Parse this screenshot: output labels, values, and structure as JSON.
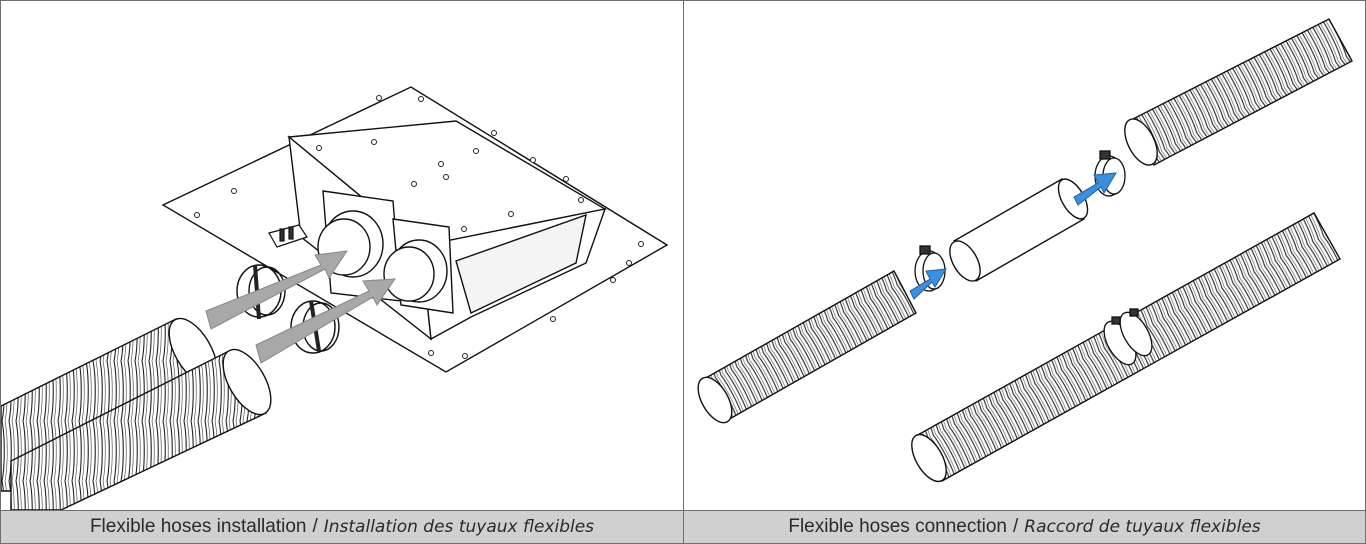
{
  "colors": {
    "arrow_gray": "#a8a8a8",
    "arrow_blue": "#3b8fe0",
    "caption_bg": "#d0d0d0",
    "line": "#1a1a1a"
  },
  "panels": [
    {
      "caption_en": "Flexible hoses installation",
      "separator": "/",
      "caption_fr": "Installation des tuyaux flexibles"
    },
    {
      "caption_en": "Flexible hoses connection",
      "separator": "/",
      "caption_fr": "Raccord de tuyaux flexibles"
    }
  ]
}
